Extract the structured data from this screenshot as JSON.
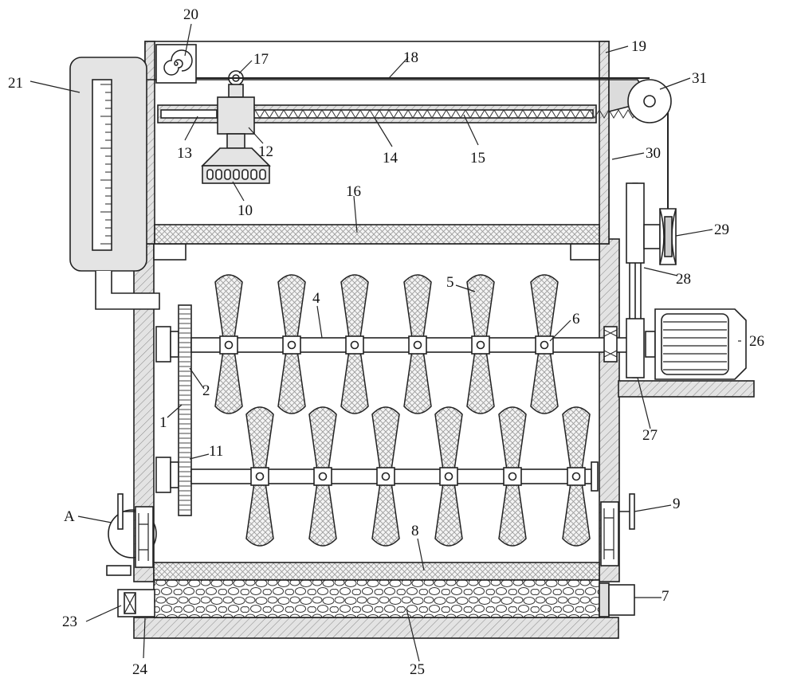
{
  "labels": [
    {
      "id": "20",
      "text": "20"
    },
    {
      "id": "17",
      "text": "17"
    },
    {
      "id": "18",
      "text": "18"
    },
    {
      "id": "19",
      "text": "19"
    },
    {
      "id": "21",
      "text": "21"
    },
    {
      "id": "31",
      "text": "31"
    },
    {
      "id": "13",
      "text": "13"
    },
    {
      "id": "12",
      "text": "12"
    },
    {
      "id": "14",
      "text": "14"
    },
    {
      "id": "15",
      "text": "15"
    },
    {
      "id": "30",
      "text": "30"
    },
    {
      "id": "10",
      "text": "10"
    },
    {
      "id": "16",
      "text": "16"
    },
    {
      "id": "29",
      "text": "29"
    },
    {
      "id": "28",
      "text": "28"
    },
    {
      "id": "5",
      "text": "5"
    },
    {
      "id": "4",
      "text": "4"
    },
    {
      "id": "6",
      "text": "6"
    },
    {
      "id": "26",
      "text": "26"
    },
    {
      "id": "2",
      "text": "2"
    },
    {
      "id": "1",
      "text": "1"
    },
    {
      "id": "27",
      "text": "27"
    },
    {
      "id": "11",
      "text": "11"
    },
    {
      "id": "9",
      "text": "9"
    },
    {
      "id": "A",
      "text": "A"
    },
    {
      "id": "8",
      "text": "8"
    },
    {
      "id": "7",
      "text": "7"
    },
    {
      "id": "23",
      "text": "23"
    },
    {
      "id": "24",
      "text": "24"
    },
    {
      "id": "25",
      "text": "25"
    }
  ],
  "colors": {
    "line": "#222222",
    "wall_fill": "#dcdcdc",
    "part_fill": "#e4e4e4",
    "paper": "#ffffff"
  }
}
